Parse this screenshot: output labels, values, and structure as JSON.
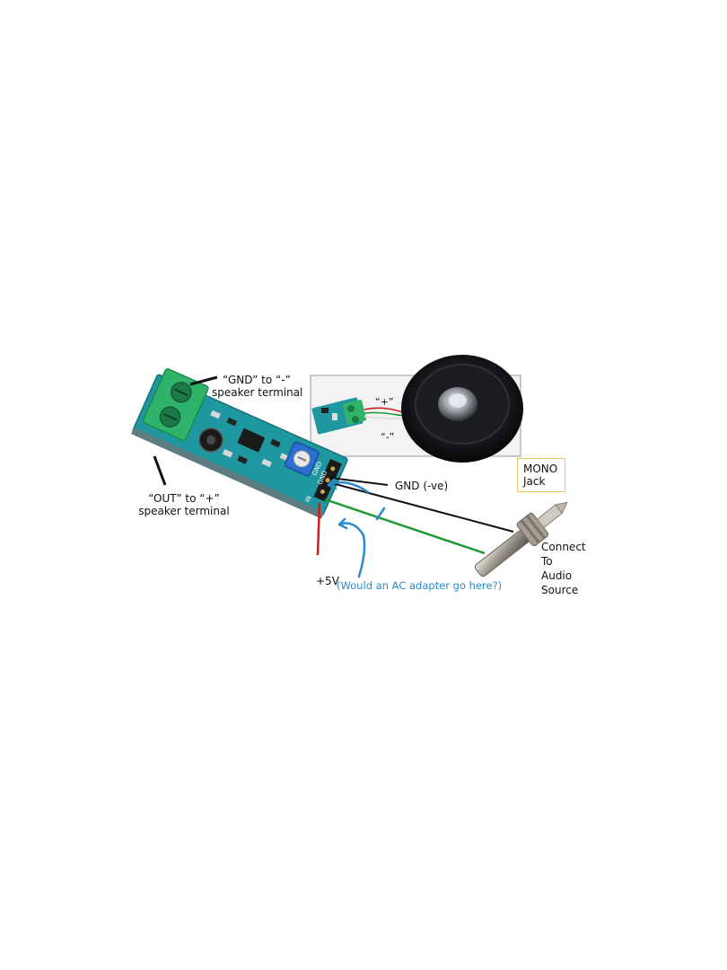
{
  "labels": {
    "gnd_terminal_line1": "“GND” to “-”",
    "gnd_terminal_line2": "speaker terminal",
    "out_terminal_line1": "“OUT” to “+”",
    "out_terminal_line2": "speaker terminal",
    "inset_plus": "“+”",
    "inset_minus": "“-”",
    "mono_line1": "MONO",
    "mono_line2": "Jack",
    "gnd_pin": "GND (-ve)",
    "plus5v": "+5V",
    "ac_question": "(Would an AC adapter go here?)",
    "connect_lines": [
      "Connect",
      "To",
      "Audio",
      "Source"
    ],
    "board_pins": [
      "GND",
      "GND",
      "IN"
    ]
  },
  "colors": {
    "pcb": "#1f97a0",
    "terminal": "#2fb36a",
    "wire_black": "#111111",
    "wire_green": "#1e9a32",
    "wire_red": "#c81e1e",
    "annotation_blue": "#2a8ad0",
    "mono_border": "#e8c46a"
  }
}
